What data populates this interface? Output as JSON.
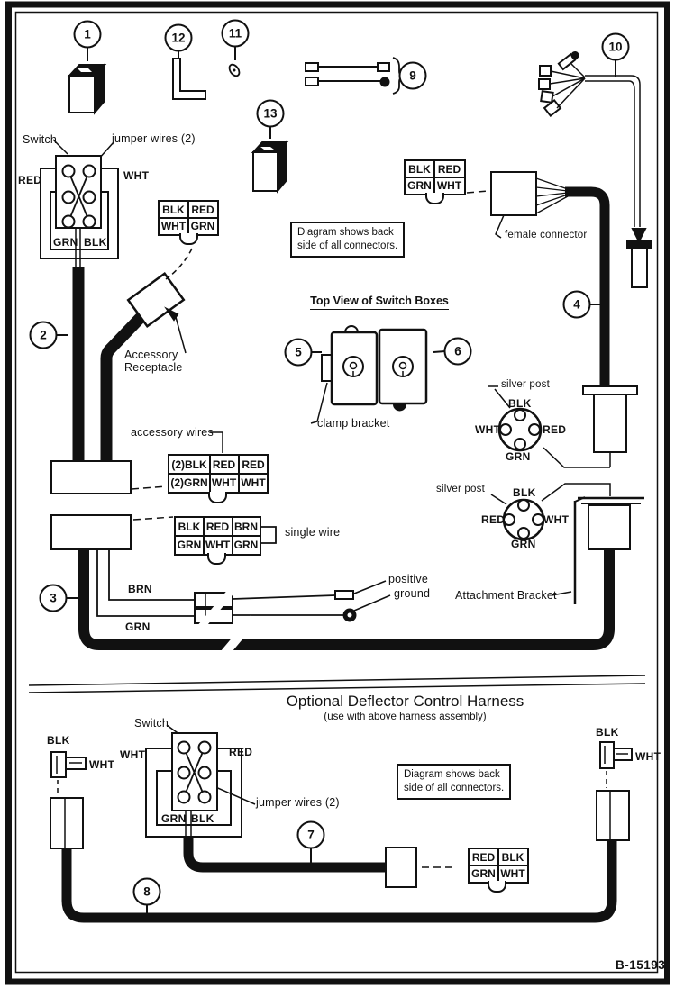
{
  "figure": {
    "number": "B-15193"
  },
  "callouts": {
    "c1": "1",
    "c2": "2",
    "c3": "3",
    "c4": "4",
    "c5": "5",
    "c6": "6",
    "c7": "7",
    "c8": "8",
    "c9": "9",
    "c10": "10",
    "c11": "11",
    "c12": "12",
    "c13": "13"
  },
  "notes": {
    "top": {
      "line1": "Diagram shows back",
      "line2": "side of all connectors."
    },
    "bottom": {
      "line1": "Diagram shows back",
      "line2": "side of all connectors."
    }
  },
  "main_harness": {
    "switch": {
      "label": "Switch",
      "jumper_label": "jumper wires (2)",
      "left": "RED",
      "right": "WHT",
      "bottom_left": "GRN",
      "bottom_right": "BLK"
    },
    "plug_table_switch": [
      [
        "BLK",
        "RED"
      ],
      [
        "WHT",
        "GRN"
      ]
    ],
    "accessory_receptacle": {
      "line1": "Accessory",
      "line2": "Receptacle"
    },
    "accessory_wires_label": "accessory wires",
    "table_accessory": {
      "rows": [
        [
          "(2)BLK",
          "RED"
        ],
        [
          "(2)GRN",
          "WHT"
        ]
      ],
      "extra": [
        "RED",
        "WHT"
      ]
    },
    "table_main": [
      [
        "BLK",
        "RED",
        "BRN"
      ],
      [
        "GRN",
        "WHT",
        "GRN"
      ]
    ],
    "single_wire_label": "single wire",
    "female_connector_label": "female connector",
    "table_female": [
      [
        "BLK",
        "RED"
      ],
      [
        "GRN",
        "WHT"
      ]
    ],
    "top_view": {
      "title": "Top View of Switch Boxes",
      "clamp_label": "clamp bracket"
    },
    "silver_post_1": {
      "label": "silver post",
      "top": "BLK",
      "left": "WHT",
      "right": "RED",
      "bottom": "GRN"
    },
    "silver_post_2": {
      "label": "silver post",
      "top": "BLK",
      "left": "RED",
      "right": "WHT",
      "bottom": "GRN"
    },
    "attachment_bracket_label": "Attachment Bracket",
    "wire_labels": {
      "brn": "BRN",
      "grn": "GRN",
      "positive": "positive",
      "ground": "ground"
    }
  },
  "deflector_harness": {
    "title": "Optional Deflector Control Harness",
    "subtitle": "(use with above harness assembly)",
    "switch": {
      "label": "Switch",
      "jumper_label": "jumper wires (2)",
      "left": "WHT",
      "right": "RED",
      "bottom_left": "GRN",
      "bottom_right": "BLK"
    },
    "left_connector": {
      "blk": "BLK",
      "wht": "WHT"
    },
    "right_connector": {
      "blk": "BLK",
      "wht": "WHT"
    },
    "table_connector": [
      [
        "RED",
        "BLK"
      ],
      [
        "GRN",
        "WHT"
      ]
    ]
  }
}
